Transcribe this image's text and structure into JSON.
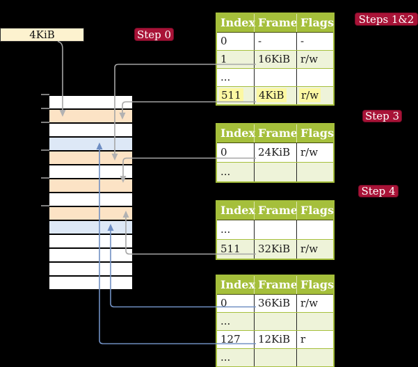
{
  "source_box": {
    "label": "4KiB"
  },
  "badges": {
    "step0": {
      "label": "Step 0"
    },
    "steps12": {
      "label": "Steps 1&2"
    },
    "step3": {
      "label": "Step 3"
    },
    "step4": {
      "label": "Step 4"
    }
  },
  "tables": [
    {
      "name": "page-table-1",
      "associated_badge": "Steps 1&2",
      "columns": [
        "Index",
        "Frame",
        "Flags"
      ],
      "rows": [
        {
          "cells": [
            "0",
            "-",
            "-"
          ],
          "shade": "white",
          "highlight": false
        },
        {
          "cells": [
            "1",
            "16KiB",
            "r/w"
          ],
          "shade": "green",
          "highlight": false
        },
        {
          "cells": [
            "...",
            "",
            ""
          ],
          "shade": "white",
          "highlight": false
        },
        {
          "cells": [
            "511",
            "4KiB",
            "r/w"
          ],
          "shade": "green",
          "highlight": true
        }
      ]
    },
    {
      "name": "page-table-2",
      "associated_badge": "Step 3",
      "columns": [
        "Index",
        "Frame",
        "Flags"
      ],
      "rows": [
        {
          "cells": [
            "0",
            "24KiB",
            "r/w"
          ],
          "shade": "white",
          "highlight": false
        },
        {
          "cells": [
            "...",
            "",
            ""
          ],
          "shade": "green",
          "highlight": false
        }
      ]
    },
    {
      "name": "page-table-3",
      "associated_badge": "Step 4",
      "columns": [
        "Index",
        "Frame",
        "Flags"
      ],
      "rows": [
        {
          "cells": [
            "...",
            "",
            ""
          ],
          "shade": "white",
          "highlight": false
        },
        {
          "cells": [
            "511",
            "32KiB",
            "r/w"
          ],
          "shade": "green",
          "highlight": false
        }
      ]
    },
    {
      "name": "page-table-4",
      "associated_badge": "",
      "columns": [
        "Index",
        "Frame",
        "Flags"
      ],
      "rows": [
        {
          "cells": [
            "0",
            "36KiB",
            "r/w"
          ],
          "shade": "white",
          "highlight": false
        },
        {
          "cells": [
            "...",
            "",
            ""
          ],
          "shade": "green",
          "highlight": false
        },
        {
          "cells": [
            "127",
            "12KiB",
            "r"
          ],
          "shade": "white",
          "highlight": false
        },
        {
          "cells": [
            "...",
            "",
            ""
          ],
          "shade": "green",
          "highlight": false
        }
      ]
    }
  ],
  "memory": {
    "rows": [
      {
        "type": "empty"
      },
      {
        "type": "table"
      },
      {
        "type": "empty"
      },
      {
        "type": "page"
      },
      {
        "type": "table"
      },
      {
        "type": "empty"
      },
      {
        "type": "table"
      },
      {
        "type": "empty"
      },
      {
        "type": "table"
      },
      {
        "type": "page"
      },
      {
        "type": "empty"
      },
      {
        "type": "empty"
      },
      {
        "type": "empty"
      },
      {
        "type": "empty"
      }
    ],
    "ticks": [
      135,
      155,
      175,
      215,
      255,
      295
    ]
  },
  "connectors": [
    {
      "from": "4KiB source box",
      "to": "memory row 2 (table at 4KiB)",
      "color": "gray"
    },
    {
      "from": "table-1 row 1 (16KiB)",
      "to": "memory row 5 (table at 16KiB)",
      "color": "gray"
    },
    {
      "from": "table-1 row 511 (4KiB)",
      "to": "memory row 2 (table at 4KiB)",
      "color": "gray"
    },
    {
      "from": "table-2 row 0 (24KiB)",
      "to": "memory row 7 (table at 24KiB)",
      "color": "gray"
    },
    {
      "from": "table-3 row 511 (32KiB)",
      "to": "memory row 9 (table at 32KiB)",
      "color": "gray"
    },
    {
      "from": "table-4 row 0 (36KiB)",
      "to": "memory row 10 (page at 36KiB)",
      "color": "blue"
    },
    {
      "from": "table-4 row 127 (12KiB)",
      "to": "memory row 4 (page at 12KiB)",
      "color": "blue"
    }
  ],
  "colors": {
    "background": "#000000",
    "badge_red": "#a81337",
    "table_olive": "#a5bf3b",
    "row_green": "#eef3d9",
    "row_highlight_yellow": "#fcf8a3",
    "memory_table_orange": "#fce3c5",
    "memory_page_blue": "#dde8f6",
    "source_box_cream": "#fdf2cf",
    "gray_arrow": "#a6a6a6",
    "blue_arrow": "#7190c3"
  }
}
